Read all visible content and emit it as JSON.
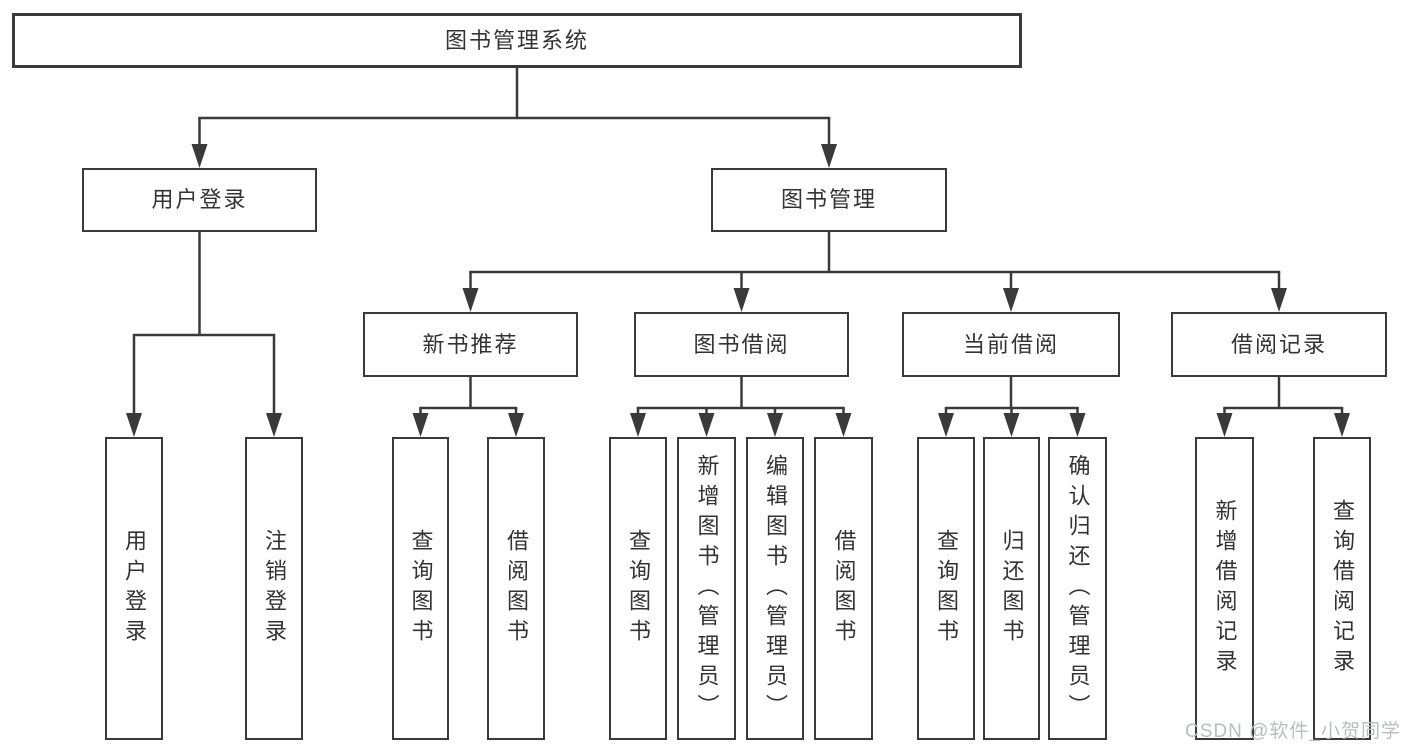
{
  "diagram": {
    "type": "tree",
    "root": "图书管理系统"
  },
  "nodes": {
    "root": {
      "label": "图书管理系统"
    },
    "user_login": {
      "label": "用户登录"
    },
    "book_mgmt": {
      "label": "图书管理"
    },
    "new_book_rec": {
      "label": "新书推荐"
    },
    "book_borrow": {
      "label": "图书借阅"
    },
    "current_borrow": {
      "label": "当前借阅"
    },
    "borrow_records": {
      "label": "借阅记录"
    },
    "leaf_user_login": {
      "label": "用户登录"
    },
    "leaf_logout": {
      "label": "注销登录"
    },
    "leaf_nbr_query": {
      "label": "查询图书"
    },
    "leaf_nbr_borrow": {
      "label": "借阅图书"
    },
    "leaf_bb_query": {
      "label": "查询图书"
    },
    "leaf_bb_add": {
      "label": "新增图书（管理员）"
    },
    "leaf_bb_edit": {
      "label": "编辑图书（管理员）"
    },
    "leaf_bb_borrow": {
      "label": "借阅图书"
    },
    "leaf_cb_query": {
      "label": "查询图书"
    },
    "leaf_cb_return": {
      "label": "归还图书"
    },
    "leaf_cb_confirm": {
      "label": "确认归还（管理员）"
    },
    "leaf_br_add": {
      "label": "新增借阅记录"
    },
    "leaf_br_query": {
      "label": "查询借阅记录"
    }
  },
  "watermark": {
    "text": "CSDN @软件_小贺同学"
  },
  "colors": {
    "background": "#ffffff",
    "line": "#3a3a3a",
    "text": "#333333",
    "watermark": "#b9bdc2"
  }
}
